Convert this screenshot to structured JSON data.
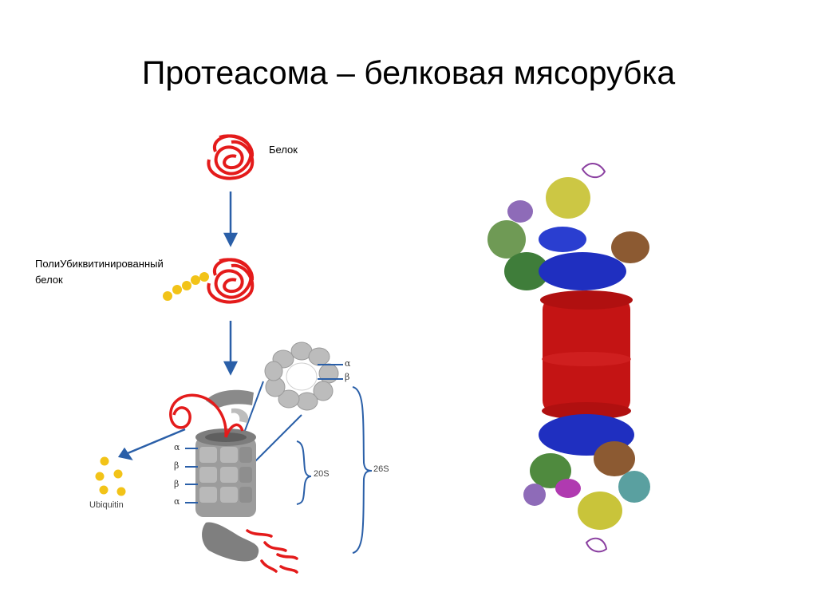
{
  "slide": {
    "title": "Протеасома – белковая мясорубка"
  },
  "diagram": {
    "protein_label": "Белок",
    "polyubiquitinated_label_line1": "ПолиУбиквитинированный",
    "polyubiquitinated_label_line2": "белок",
    "ubiquitin_label": "Ubiquitin",
    "ring_labels": [
      "α",
      "β"
    ],
    "barrel_labels": [
      "α",
      "β",
      "β",
      "α"
    ],
    "label_20s": "20S",
    "label_26s": "26S"
  },
  "colors": {
    "protein": "#e41b1b",
    "ubiquitin": "#f2c318",
    "arrow": "#2a5fa8",
    "proteasome": "#9a9a9a"
  }
}
